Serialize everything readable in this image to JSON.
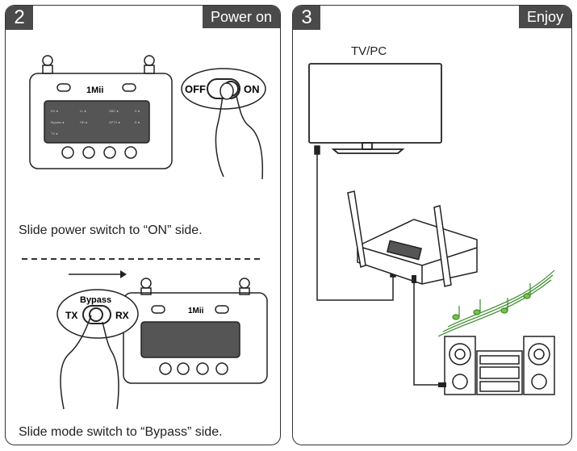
{
  "step2": {
    "number": "2",
    "title": "Power on",
    "caption_power": "Slide power switch to “ON” side.",
    "caption_mode": "Slide mode switch to “Bypass” side.",
    "switch_off": "OFF",
    "switch_on": "ON",
    "mode_label": "Bypass",
    "mode_tx": "TX",
    "mode_rx": "RX",
    "brand": "1Mii"
  },
  "step3": {
    "number": "3",
    "title": "Enjoy",
    "tv_label": "TV/PC"
  }
}
